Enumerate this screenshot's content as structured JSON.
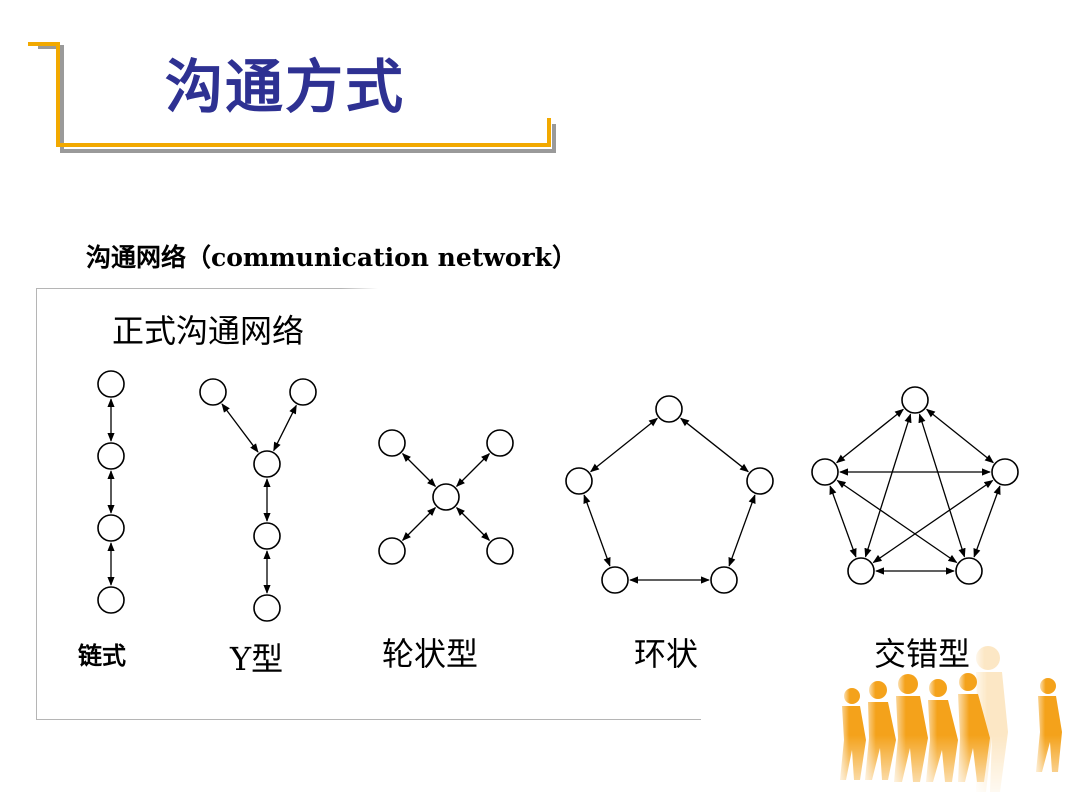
{
  "slide": {
    "title": "沟通方式",
    "subtitle": "沟通网络（communication network）",
    "panel_heading": "正式沟通网络"
  },
  "networks": [
    {
      "id": "chain",
      "label": "链式"
    },
    {
      "id": "y",
      "label": "Y型"
    },
    {
      "id": "wheel",
      "label": "轮状型"
    },
    {
      "id": "circle",
      "label": "环状"
    },
    {
      "id": "all-channel",
      "label": "交错型"
    }
  ],
  "colors": {
    "title": "#2e3192",
    "frame_orange": "#f2a900",
    "frame_shadow": "#9a9a9a",
    "people": "#f4a21b"
  },
  "decorations": {
    "people_icon": "walking-people-silhouettes"
  }
}
